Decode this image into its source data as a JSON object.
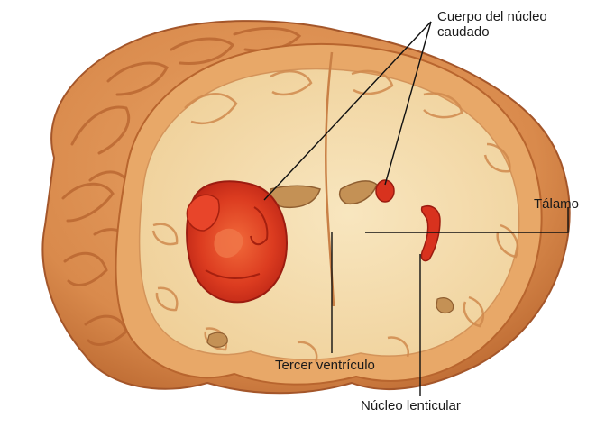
{
  "labels": {
    "caudate_line1": "Cuerpo del núcleo",
    "caudate_line2": "caudado",
    "thalamus": "Tálamo",
    "third_ventricle": "Tercer ventrículo",
    "lenticular_nucleus": "Núcleo lenticular"
  },
  "colors": {
    "cortex": "#d98a4c",
    "cortex_shadow": "#b8652e",
    "white_matter": "#f3d7a4",
    "white_matter_light": "#f8e6bf",
    "highlight_red": "#d8321e",
    "highlight_red_light": "#ef5a32",
    "ventricle": "#c49155",
    "leader_line": "#111111"
  }
}
